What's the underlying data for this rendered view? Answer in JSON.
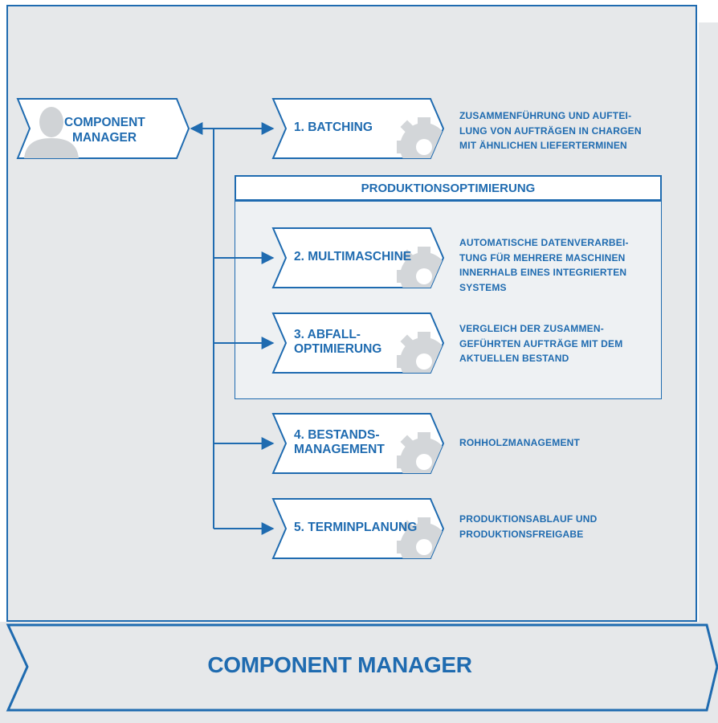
{
  "colors": {
    "accent": "#1f6bb0",
    "background": "#e6e8ea",
    "box_fill": "#ffffff",
    "gear": "#c8ccd0"
  },
  "manager_box": {
    "label": "COMPONENT\nMANAGER",
    "icon": "user-silhouette-icon"
  },
  "region": {
    "title": "PRODUKTIONSOPTIMIERUNG"
  },
  "steps": [
    {
      "label": "1. BATCHING",
      "description": "ZUSAMMENFÜHRUNG UND AUFTEI-\nLUNG VON AUFTRÄGEN IN CHARGEN\nMIT ÄHNLICHEN LIEFERTERMINEN",
      "icon": "gear-icon"
    },
    {
      "label": "2. MULTIMASCHINE",
      "description": "AUTOMATISCHE DATENVERARBEI-\nTUNG FÜR MEHRERE MASCHINEN\nINNERHALB EINES INTEGRIERTEN\nSYSTEMS",
      "icon": "gear-icon"
    },
    {
      "label": "3. ABFALL-\nOPTIMIERUNG",
      "description": "VERGLEICH DER ZUSAMMEN-\nGEFÜHRTEN AUFTRÄGE MIT DEM\nAKTUELLEN BESTAND",
      "icon": "gear-icon"
    },
    {
      "label": "4. BESTANDS-\nMANAGEMENT",
      "description": "ROHHOLZMANAGEMENT",
      "icon": "gear-icon"
    },
    {
      "label": "5. TERMINPLANUNG",
      "description": "PRODUKTIONSABLAUF UND\nPRODUKTIONSFREIGABE",
      "icon": "gear-icon"
    }
  ],
  "footer": {
    "title": "COMPONENT MANAGER"
  }
}
